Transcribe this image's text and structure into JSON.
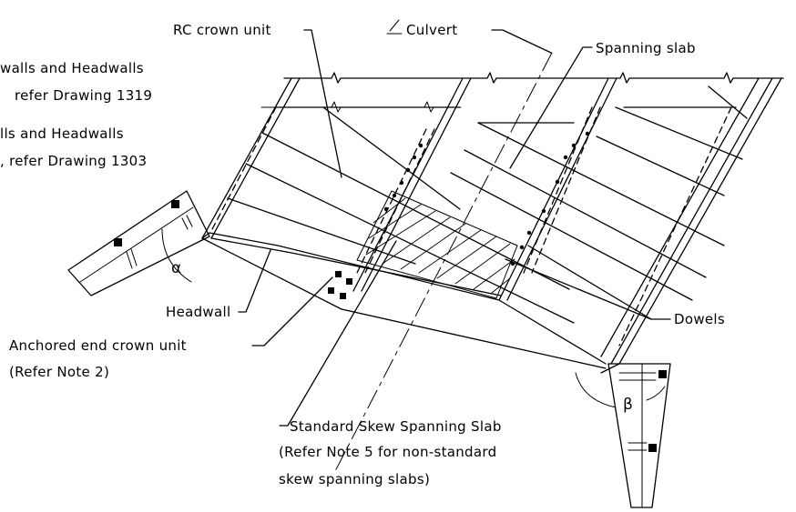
{
  "labels": {
    "rc_crown_unit": "RC crown unit",
    "culvert": "Culvert",
    "spanning_slab": "Spanning slab",
    "wingwalls_note_1": "walls and Headwalls",
    "wingwalls_ref_1": "refer Drawing 1319",
    "wingwalls_note_2": "lls and Headwalls",
    "wingwalls_ref_2": ", refer Drawing 1303",
    "alpha": "α",
    "beta": "β",
    "headwall": "Headwall",
    "dowels": "Dowels",
    "anchored_end_crown_unit": "Anchored end crown unit",
    "refer_note_2": "(Refer Note 2)",
    "standard_skew_slab": "Standard Skew Spanning Slab",
    "refer_note_5": "(Refer Note 5 for non-standard",
    "skew_spanning_slabs": "skew spanning slabs)"
  },
  "colors": {
    "line": "#000000",
    "background": "#ffffff"
  },
  "icons": [
    "centerline-icon",
    "break-line-icon",
    "dowel-icon",
    "anchor-icon"
  ]
}
